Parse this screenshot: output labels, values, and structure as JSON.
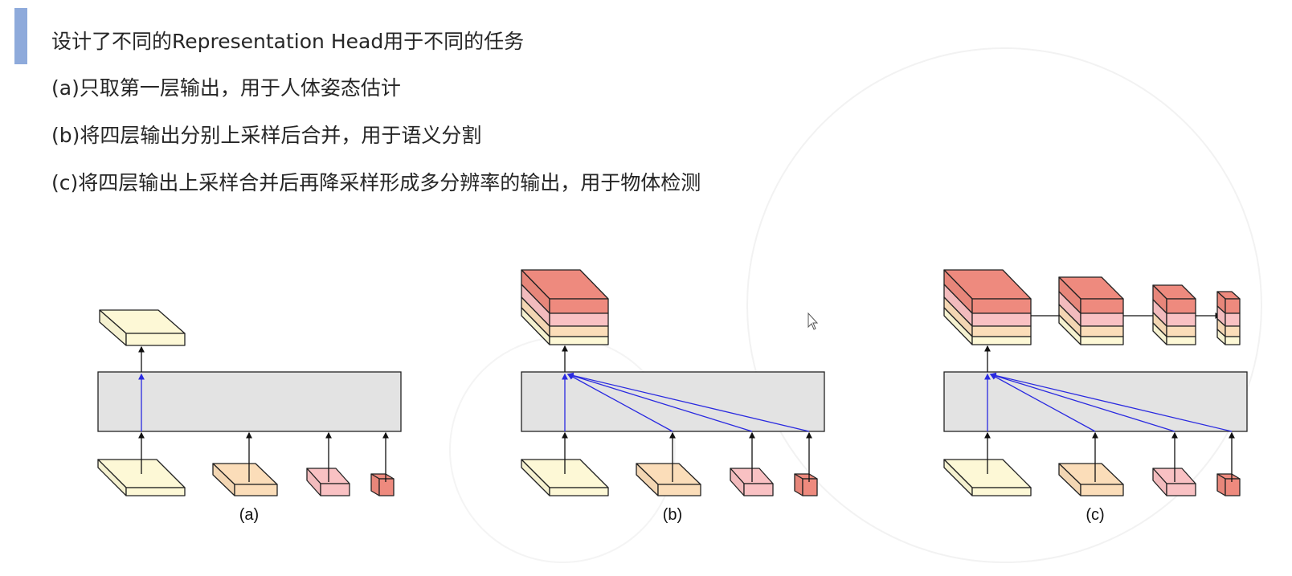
{
  "slide": {
    "title": "设计了不同的Representation Head用于不同的任务",
    "points": [
      "(a)只取第一层输出，用于人体姿态估计",
      "(b)将四层输出分别上采样后合并，用于语义分割",
      "(c)将四层输出上采样合并后再降采样形成多分辨率的输出，用于物体检测"
    ]
  },
  "diagram": {
    "panels": [
      {
        "label": "(a)",
        "head": "single"
      },
      {
        "label": "(b)",
        "head": "concat"
      },
      {
        "label": "(c)",
        "head": "pyramid"
      }
    ],
    "colors": {
      "yellow": "#fdf8d6",
      "orange": "#fbddb9",
      "pink": "#f9c1c3",
      "red": "#ee8a7e",
      "gray": "#e3e3e3",
      "blue": "#2a2ae0",
      "accent": "#8eaadb"
    }
  }
}
